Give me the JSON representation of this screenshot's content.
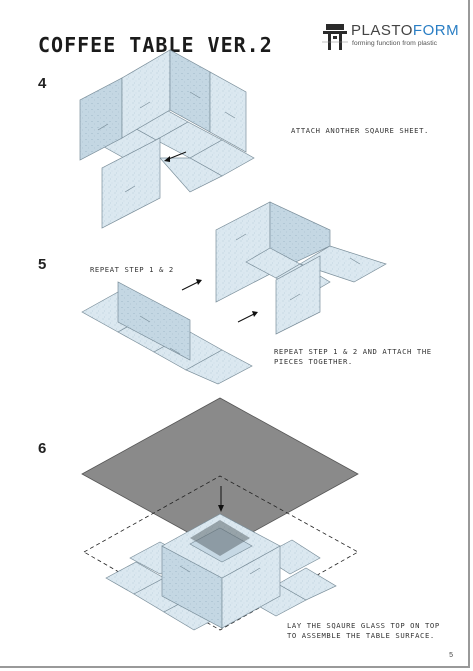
{
  "document": {
    "title": "COFFEE TABLE VER.2",
    "page_number": "5"
  },
  "brand": {
    "name_part1": "PLASTO",
    "name_part2": "FORM",
    "tagline": "forming function from plastic",
    "accent_color": "#2a7ec4"
  },
  "steps": [
    {
      "number": "4",
      "instruction": "ATTACH ANOTHER SQAURE SHEET."
    },
    {
      "number": "5",
      "instruction_left": "REPEAT STEP 1 & 2",
      "instruction_line1": "REPEAT STEP 1 & 2 AND ATTACH THE",
      "instruction_line2": "PIECES TOGETHER."
    },
    {
      "number": "6",
      "instruction_line1": "LAY THE SQAURE GLASS TOP ON TOP",
      "instruction_line2": "TO ASSEMBLE THE TABLE SURFACE."
    }
  ],
  "colors": {
    "panel": "#dbe8f0",
    "panel_dark": "#b9cfdc",
    "glass": "#8a8a8a"
  }
}
